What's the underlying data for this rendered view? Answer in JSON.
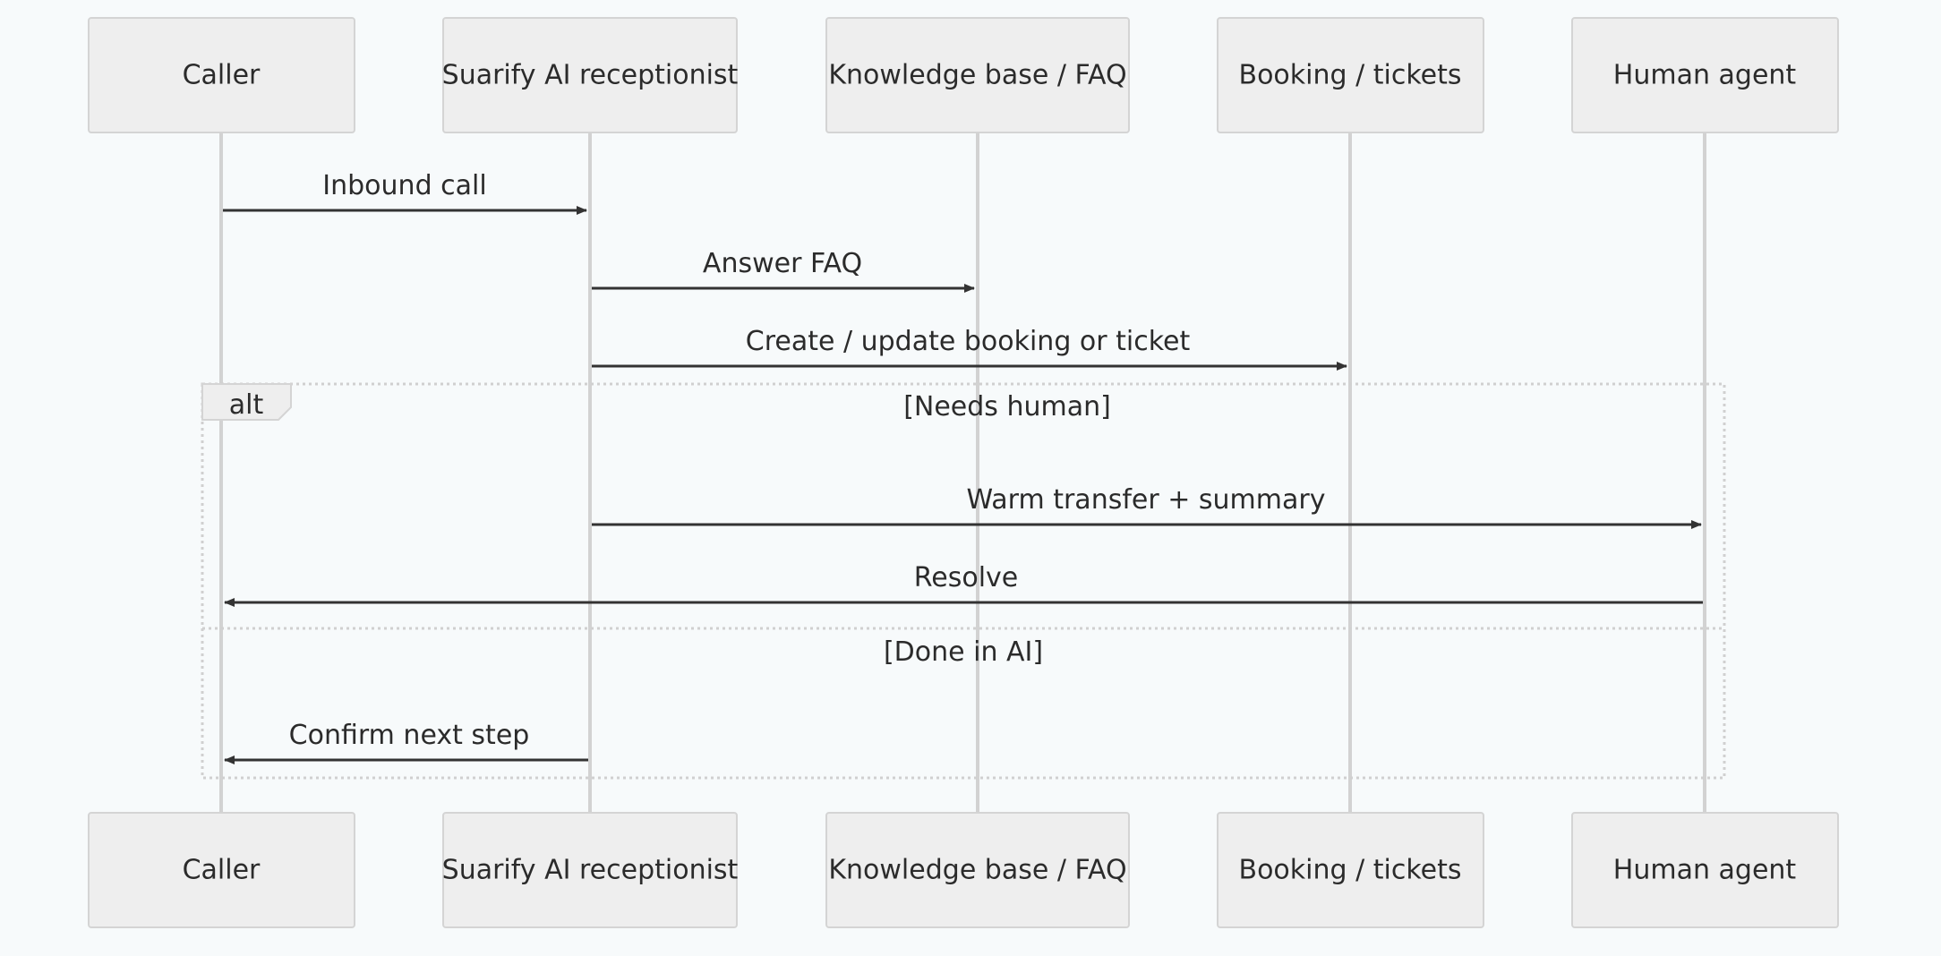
{
  "actors": [
    {
      "id": "caller",
      "label": "Caller"
    },
    {
      "id": "ai",
      "label": "Suarify AI receptionist"
    },
    {
      "id": "kb",
      "label": "Knowledge base / FAQ"
    },
    {
      "id": "booking",
      "label": "Booking / tickets"
    },
    {
      "id": "human",
      "label": "Human agent"
    }
  ],
  "messages": [
    {
      "from": "caller",
      "to": "ai",
      "label": "Inbound call"
    },
    {
      "from": "ai",
      "to": "kb",
      "label": "Answer FAQ"
    },
    {
      "from": "ai",
      "to": "booking",
      "label": "Create / update booking or ticket"
    },
    {
      "from": "ai",
      "to": "human",
      "label": "Warm transfer + summary"
    },
    {
      "from": "human",
      "to": "caller",
      "label": "Resolve"
    },
    {
      "from": "ai",
      "to": "caller",
      "label": "Confirm next step"
    }
  ],
  "alt_frame": {
    "label": "alt",
    "sections": [
      {
        "condition": "[Needs human]"
      },
      {
        "condition": "[Done in AI]"
      }
    ]
  }
}
